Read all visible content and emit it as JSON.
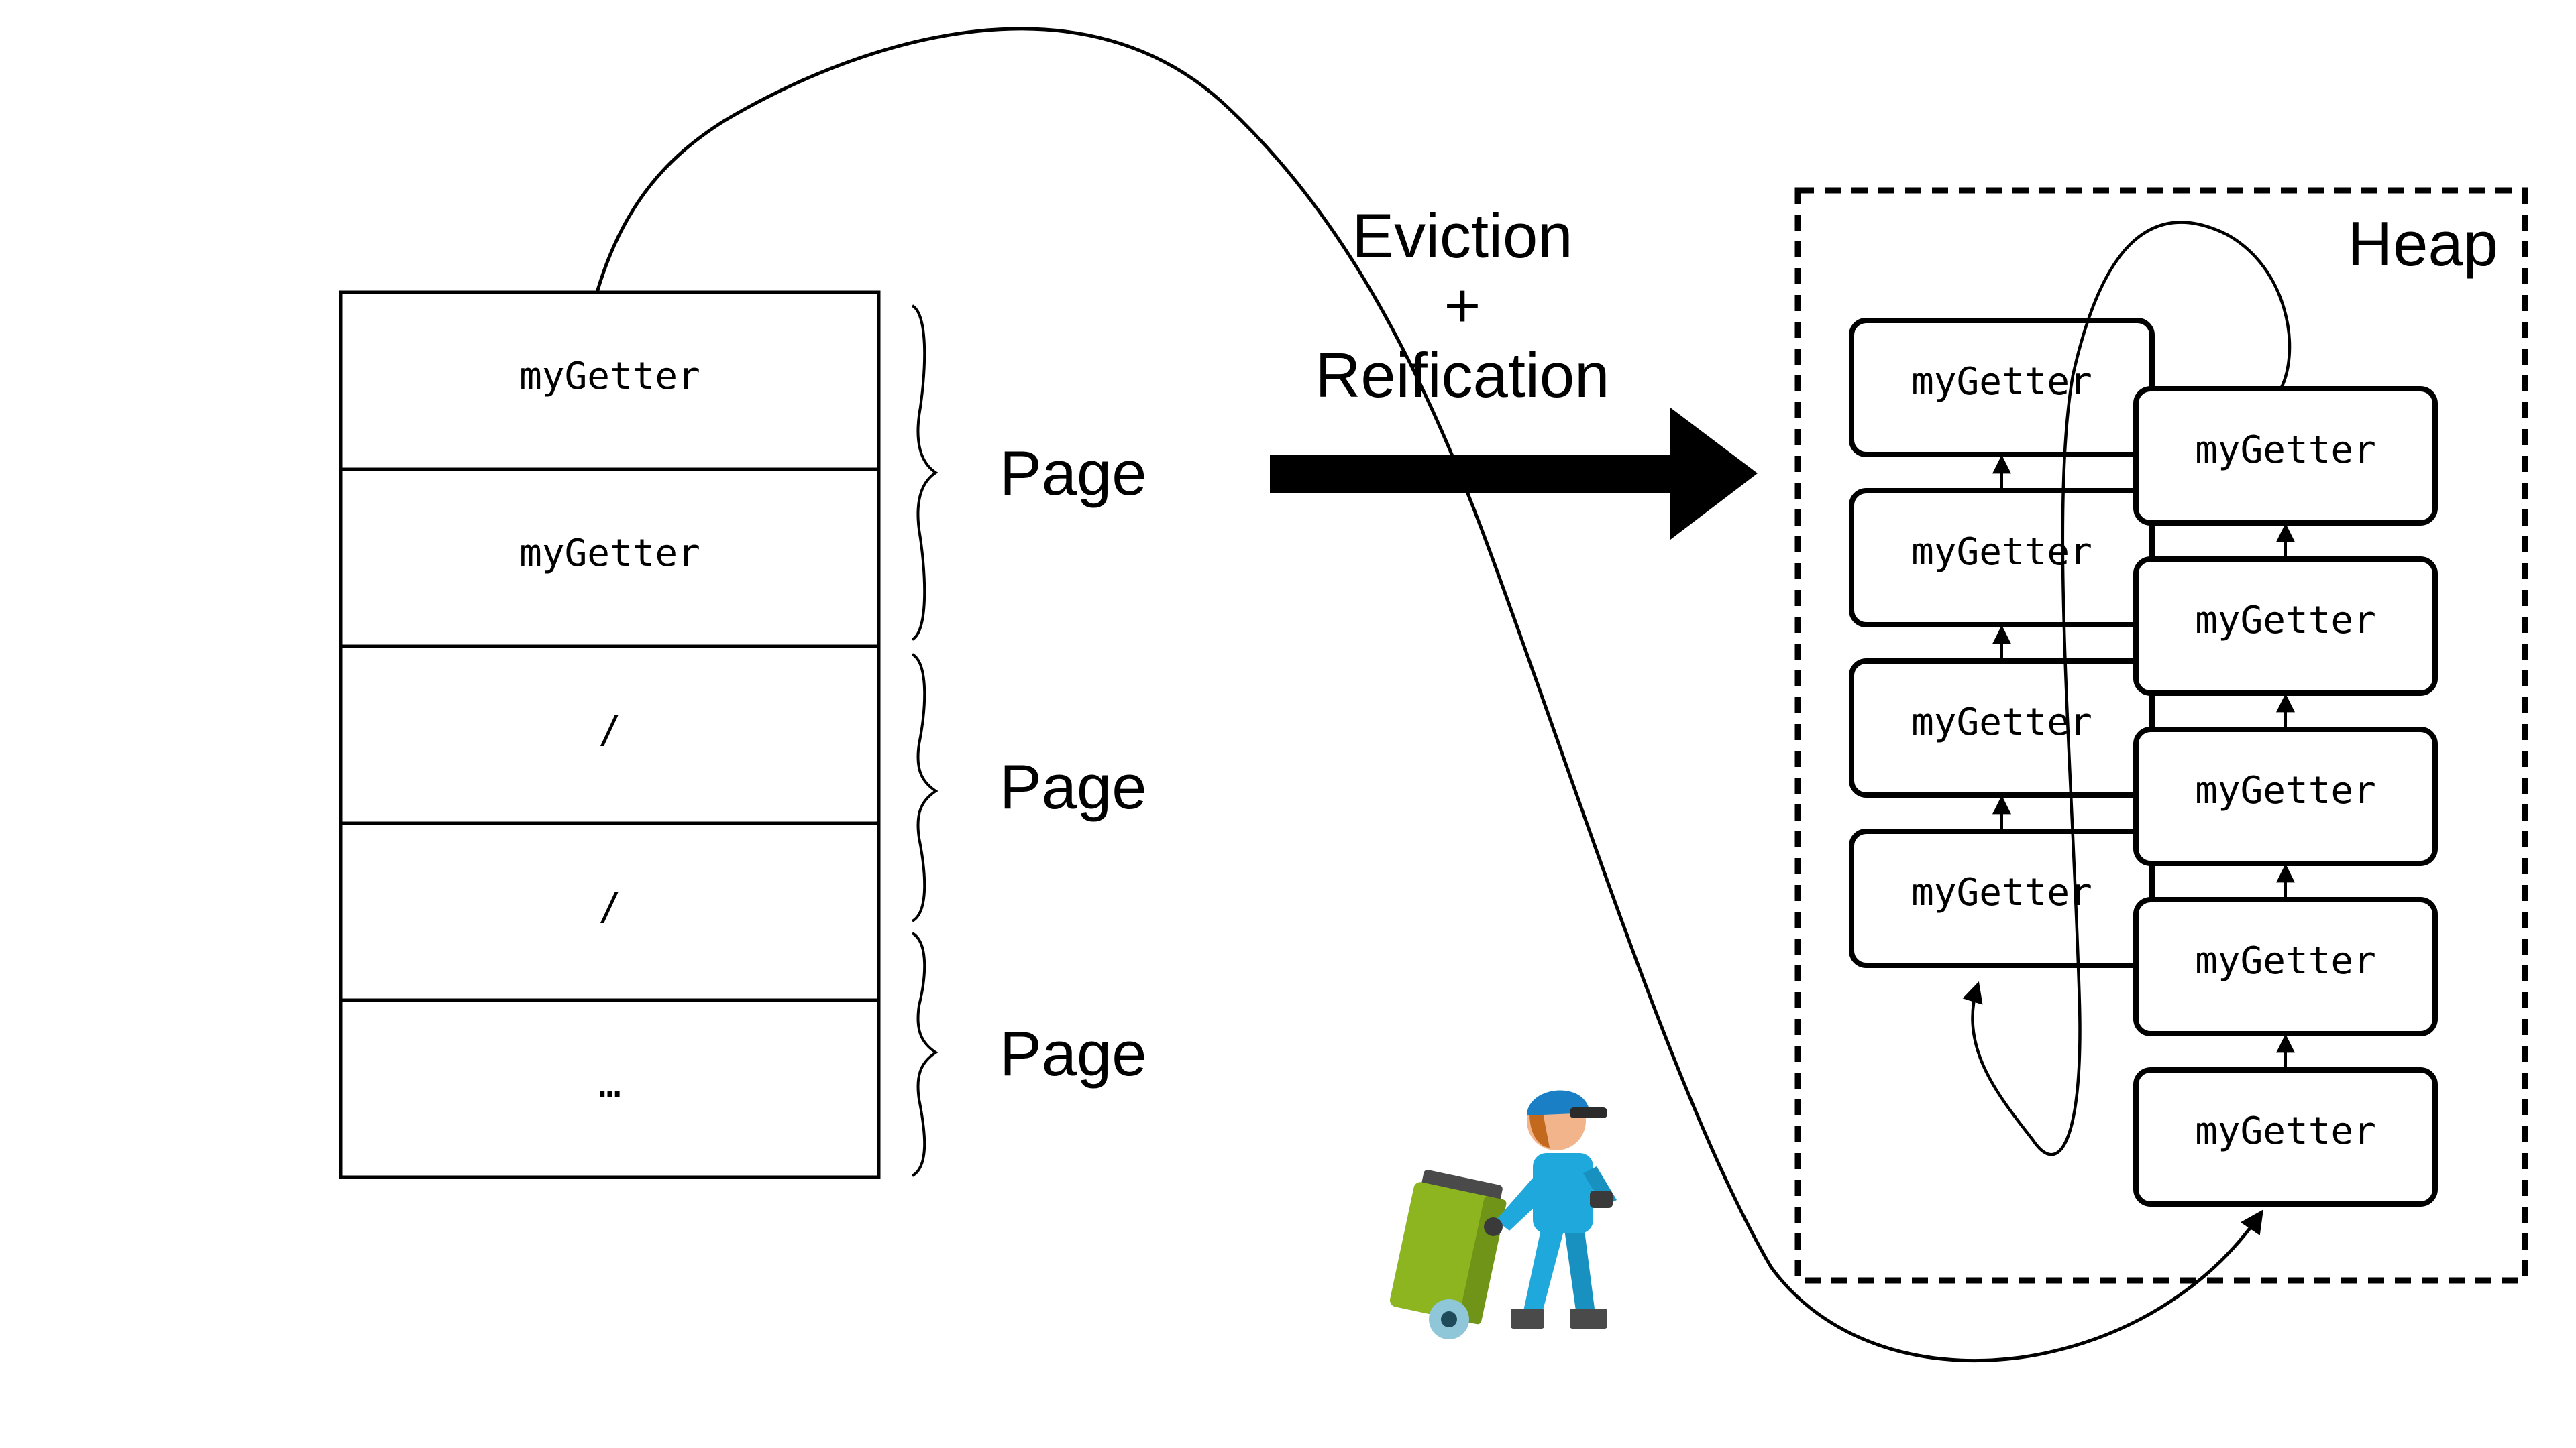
{
  "stack": {
    "cells": [
      "myGetter",
      "myGetter",
      "/",
      "/",
      "…"
    ]
  },
  "pages": [
    "Page",
    "Page",
    "Page"
  ],
  "transition": {
    "line1": "Eviction",
    "line2": "+",
    "line3": "Reification"
  },
  "heap": {
    "label": "Heap",
    "left_column": [
      "myGetter",
      "myGetter",
      "myGetter",
      "myGetter"
    ],
    "right_column": [
      "myGetter",
      "myGetter",
      "myGetter",
      "myGetter",
      "myGetter"
    ]
  },
  "colors": {
    "bin_green": "#8db51f",
    "worker_blue": "#1fa8dc",
    "cap_blue": "#1a7fc4",
    "wheel": "#8fc7d8",
    "stroke": "#000000"
  },
  "icons": [
    "garbage-collector-worker-icon"
  ]
}
